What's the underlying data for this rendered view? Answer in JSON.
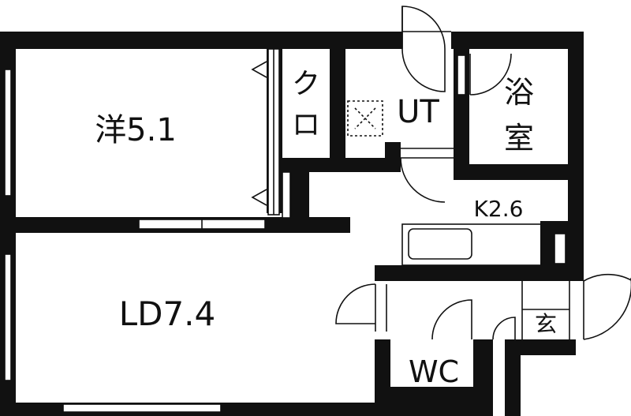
{
  "rooms": {
    "western": "洋5.1",
    "closet": "クロ",
    "utility": "UT",
    "bath": "浴室",
    "kitchen": "K2.6",
    "living": "LD7.4",
    "entrance": "玄",
    "toilet": "WC"
  },
  "colors": {
    "wall": "#111111",
    "background": "#ffffff"
  }
}
